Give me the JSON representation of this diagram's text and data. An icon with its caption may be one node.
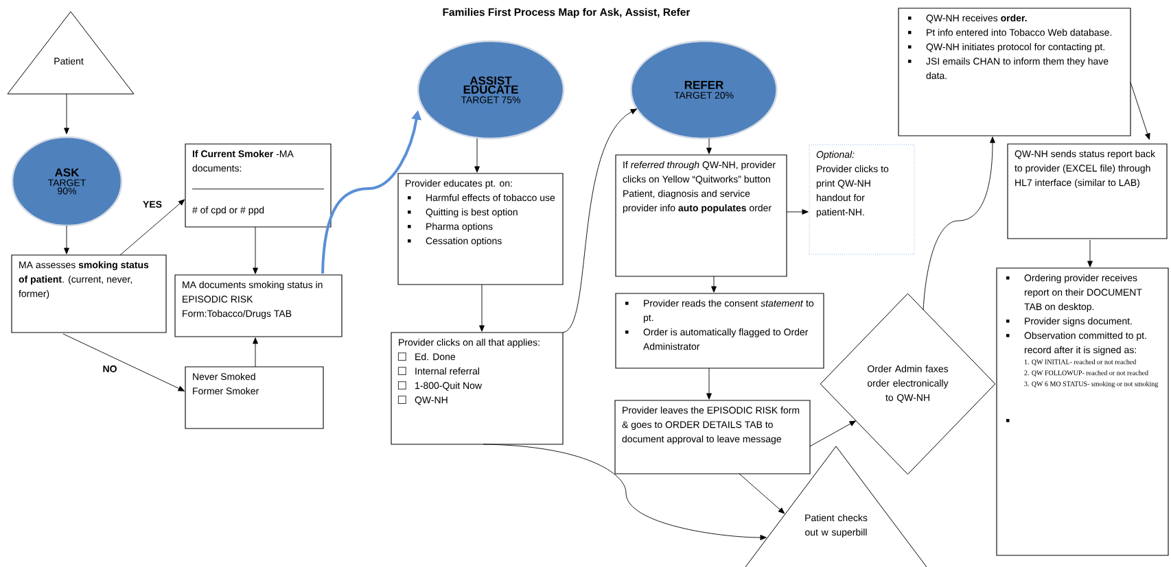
{
  "diagram": {
    "title": "Families First Process Map for Ask, Assist, Refer",
    "nodes": [
      {
        "text": [
          "Patient"
        ]
      },
      {
        "text": [
          "ASK",
          "TARGET 90%"
        ]
      },
      {
        "text": [
          "MA assesses **smoking status of patient**. (current, never, former)"
        ]
      },
      {
        "text": [
          "**If Current Smoker** -MA documents:",
          "# of cpd or # ppd"
        ]
      },
      {
        "text": [
          "MA documents smoking status in EPISODIC RISK Form:Tobacco/Drugs TAB"
        ]
      },
      {
        "text": [
          "Never Smoked",
          "Former Smoker"
        ]
      },
      {
        "text": [
          "ASSIST EDUCATE",
          "TARGET 75%"
        ]
      },
      {
        "text": [
          "Provider educates pt. on:",
          "Harmful effects of tobacco use",
          "Quitting is best option",
          "Pharma options",
          "Cessation options"
        ]
      },
      {
        "text": [
          "Provider clicks on all that applies:",
          "Ed. Done",
          "Internal referral",
          "1-800-Quit Now",
          "QW-NH"
        ]
      },
      {
        "text": [
          "REFER",
          "TARGET 20%"
        ]
      },
      {
        "text": [
          "If *referred through* QW-NH, provider clicks on Yellow “Quitworks” button Patient, diagnosis and service provider info **auto populates** order"
        ]
      },
      {
        "text": [
          "Optional:",
          "Provider clicks to print QW-NH handout for patient-NH."
        ]
      },
      {
        "text": [
          "Provider reads the consent *statement* to pt.",
          "Order is automatically flagged to Order Administrator"
        ]
      },
      {
        "text": [
          "Provider leaves the EPISODIC RISK form & goes to ORDER DETAILS TAB to document approval to leave message"
        ]
      },
      {
        "text": [
          "QW-NH receives **order.**",
          "Pt info entered into Tobacco Web database.",
          "QW-NH initiates protocol for contacting pt.",
          "JSI emails CHAN to inform them they have data."
        ]
      },
      {
        "text": [
          "QW-NH sends status report back to provider (EXCEL file) through HL7 interface (similar to LAB)"
        ]
      },
      {
        "text": [
          "Ordering provider receives report on their DOCUMENT TAB on desktop.",
          "Provider signs document.",
          "Observation committed to pt. record after it is signed as:",
          "1. QW INITIAL- reached or not reached",
          "2. QW FOLLOWUP- reached or not reached",
          "3. QW 6 MO STATUS- smoking or not smoking"
        ]
      },
      {
        "text": [
          "Order Admin faxes order electronically to QW-NH"
        ]
      },
      {
        "text": [
          "Patient checks out w superbill"
        ]
      }
    ],
    "edges": [
      {
        "from": 0,
        "to": 1,
        "arrow": "to"
      },
      {
        "from": 1,
        "to": 2,
        "arrow": "to"
      },
      {
        "from": 2,
        "to": 3,
        "arrow": "to",
        "label": "YES"
      },
      {
        "from": 2,
        "to": 5,
        "arrow": "to",
        "label": "NO"
      },
      {
        "from": 3,
        "to": 4,
        "arrow": "to"
      },
      {
        "from": 5,
        "to": 4,
        "arrow": "to"
      },
      {
        "from": 4,
        "to": 6,
        "arrow": "to",
        "style": "thick",
        "color": "#5b8fd6"
      },
      {
        "from": 6,
        "to": 7,
        "arrow": "to"
      },
      {
        "from": 7,
        "to": 8,
        "arrow": "to"
      },
      {
        "from": 8,
        "to": 9,
        "arrow": "to"
      },
      {
        "from": 8,
        "to": 18,
        "arrow": "to"
      },
      {
        "from": 9,
        "to": 10,
        "arrow": "to"
      },
      {
        "from": 10,
        "to": 11,
        "arrow": "to"
      },
      {
        "from": 10,
        "to": 12,
        "arrow": "to"
      },
      {
        "from": 12,
        "to": 13,
        "arrow": "to"
      },
      {
        "from": 13,
        "to": 17,
        "arrow": "to"
      },
      {
        "from": 13,
        "to": 18,
        "arrow": "to"
      },
      {
        "from": 17,
        "to": 14,
        "arrow": "to"
      },
      {
        "from": 14,
        "to": 15,
        "arrow": "to"
      },
      {
        "from": 15,
        "to": 16,
        "arrow": "to"
      }
    ]
  }
}
